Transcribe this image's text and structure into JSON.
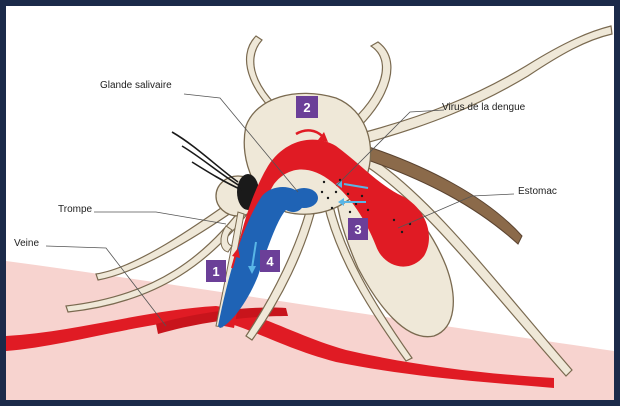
{
  "labels": {
    "glande": "Glande salivaire",
    "virus": "Virus de la dengue",
    "estomac": "Estomac",
    "trompe": "Trompe",
    "veine": "Veine"
  },
  "steps": [
    "1",
    "2",
    "3",
    "4"
  ],
  "colors": {
    "frame": "#1b2a4a",
    "skin": "#f7d3cf",
    "body": "#efe8d8",
    "outline": "#7a6a50",
    "blood": "#e01b24",
    "saliva": "#1f63b5",
    "arrow_blue": "#59b6e6",
    "badge": "#6b3f98"
  }
}
